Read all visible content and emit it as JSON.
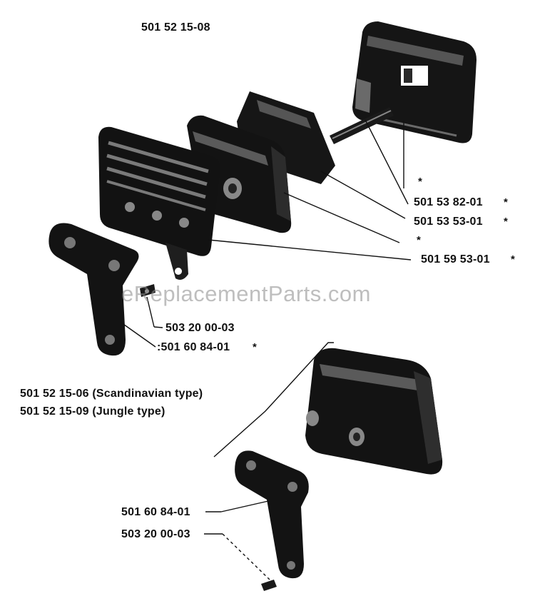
{
  "title_assembly": "501 52 15-08",
  "top_parts": [
    {
      "id": "p1",
      "number": "501 53 82-01",
      "star": "*"
    },
    {
      "id": "p2",
      "number": "501 53 53-01",
      "star": "*"
    },
    {
      "id": "p3",
      "number": "501 59 53-01",
      "star": "*"
    },
    {
      "id": "p4",
      "number": "503 20 00-03",
      "star": ""
    },
    {
      "id": "p5",
      "number": ":501 60 84-01",
      "star": "*"
    }
  ],
  "loose_stars": [
    "*",
    "*"
  ],
  "variants": [
    "501 52 15-06 (Scandinavian type)",
    "501 52 15-09 (Jungle type)"
  ],
  "bottom_parts": [
    {
      "id": "b1",
      "number": "501 60 84-01"
    },
    {
      "id": "b2",
      "number": "503 20 00-03"
    }
  ],
  "watermark": "eReplacementParts.com",
  "colors": {
    "ink": "#111111",
    "background": "#ffffff",
    "watermark": "#8a8a8a"
  }
}
